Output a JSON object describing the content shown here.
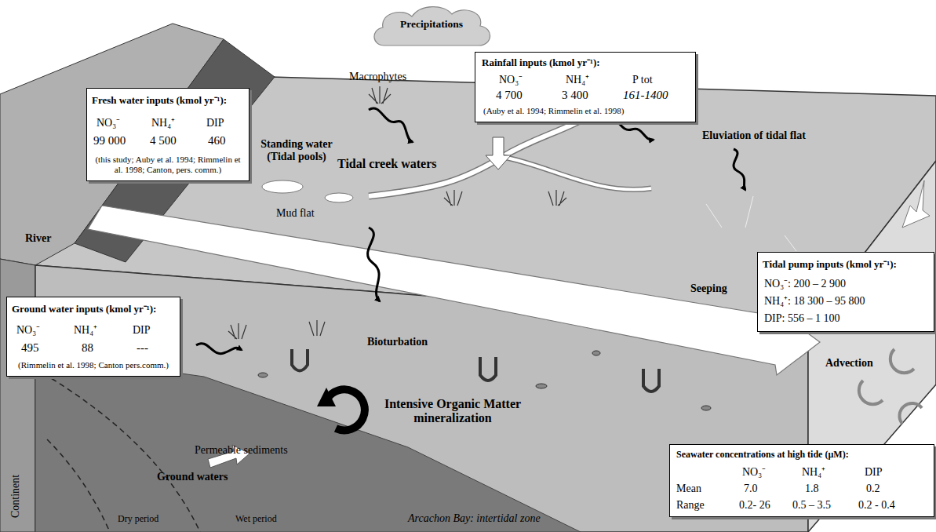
{
  "diagram": {
    "nodes": [
      {
        "text": [
          "Precipitations"
        ]
      },
      {
        "text": [
          "Rainfall inputs (kmol yr⁻¹):",
          "NO₃⁻",
          "NH₄⁺",
          "P tot",
          "4 700",
          "3 400",
          "161-1400",
          "(Auby et al. 1994; Rimmelin et al. 1998)"
        ]
      },
      {
        "text": [
          "Fresh water inputs (kmol yr⁻¹):",
          "NO₃⁻",
          "NH₄⁺",
          "DIP",
          "99 000",
          "4 500",
          "460",
          "(this study; Auby et al. 1994; Rimmelin et al. 1998; Canton, pers. comm.)"
        ]
      },
      {
        "text": [
          "Ground water inputs (kmol yr⁻¹):",
          "NO₃⁻",
          "NH₄⁺",
          "DIP",
          "495",
          "88",
          "---",
          "(Rimmelin et al. 1998; Canton pers.comm.)"
        ]
      },
      {
        "text": [
          "Tidal pump inputs (kmol yr⁻¹):",
          "NO₃⁻: 200 – 2 900",
          "NH₄⁺: 18 300 – 95 800",
          "DIP: 556 – 1 100"
        ]
      },
      {
        "text": [
          "Seawater concentrations at high tide (µM):",
          "NO₃⁻",
          "NH₄⁺",
          "DIP",
          "Mean",
          "7.0",
          "1.8",
          "0.2",
          "Range",
          "0.2- 26",
          "0.5 – 3.5",
          "0.2 - 0.4"
        ]
      }
    ],
    "labels": [
      "Macrophytes",
      "Standing water (Tidal pools)",
      "Tidal creek waters",
      "Eluviation of tidal flat",
      "Mud flat",
      "River",
      "Seeping",
      "Bioturbation",
      "Advection",
      "Intensive Organic Matter mineralization",
      "Permeable sediments",
      "Ground waters",
      "Continent",
      "Dry period",
      "Wet period",
      "Arcachon Bay: intertidal zone"
    ]
  }
}
